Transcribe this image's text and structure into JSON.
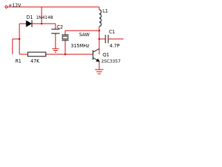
{
  "colors": {
    "wire": "#d80000",
    "component": "#000000",
    "background": "#ffffff"
  },
  "supply": {
    "label": "+12V"
  },
  "components": {
    "l1": {
      "ref": "L1"
    },
    "d1": {
      "ref": "D1",
      "part": "1N4148"
    },
    "c2": {
      "ref": "C2"
    },
    "saw": {
      "ref": "SAW",
      "freq": "315MHz"
    },
    "c1": {
      "ref": "C1",
      "value": "4.7P"
    },
    "r1": {
      "ref": "R1",
      "value": "47K"
    },
    "q1": {
      "ref": "Q1",
      "part": "2SC3357"
    }
  },
  "icons": [
    "ground-icon",
    "inductor-icon",
    "diode-icon",
    "capacitor-icon",
    "resistor-icon",
    "transistor-icon",
    "saw-resonator-icon"
  ]
}
